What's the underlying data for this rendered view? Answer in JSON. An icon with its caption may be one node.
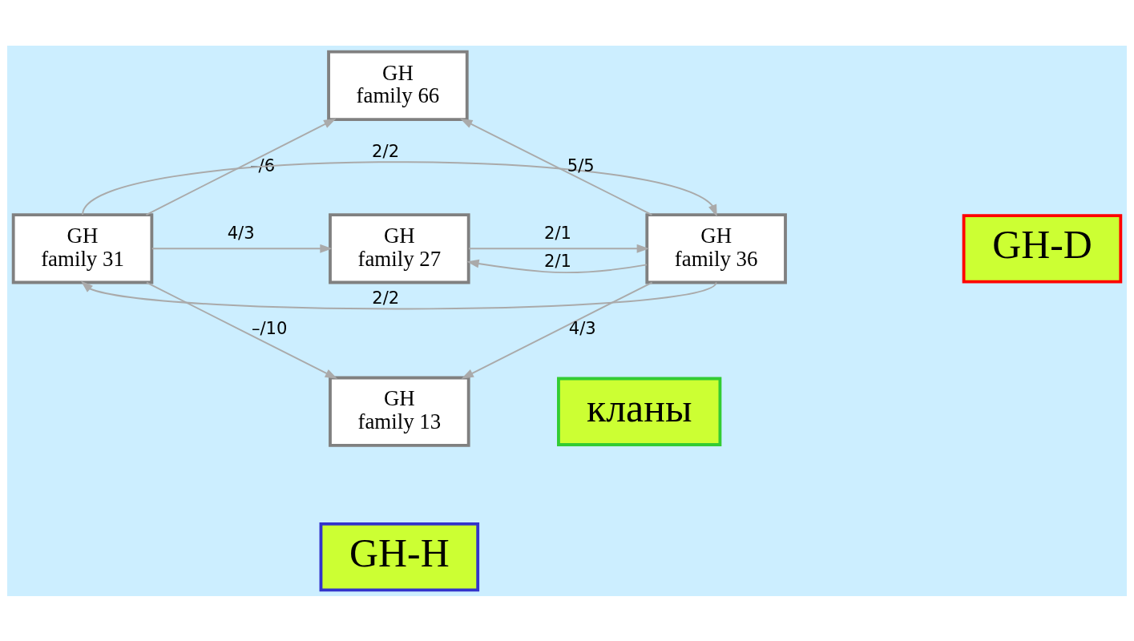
{
  "diagram": {
    "nodes": [
      {
        "text": [
          "GH",
          "family 66"
        ]
      },
      {
        "text": [
          "GH",
          "family 31"
        ]
      },
      {
        "text": [
          "GH",
          "family 27"
        ]
      },
      {
        "text": [
          "GH",
          "family 36"
        ]
      },
      {
        "text": [
          "GH",
          "family 13"
        ]
      },
      {
        "text": [
          "GH-D"
        ]
      },
      {
        "text": [
          "GH-H"
        ]
      },
      {
        "text": [
          "кланы"
        ]
      }
    ],
    "edges": [
      {
        "from": 1,
        "to": 0,
        "arrow": "to",
        "label": "–/6"
      },
      {
        "from": 3,
        "to": 0,
        "arrow": "to",
        "label": "5/5"
      },
      {
        "from": 1,
        "to": 3,
        "arrow": "to",
        "label": "2/2"
      },
      {
        "from": 1,
        "to": 2,
        "arrow": "to",
        "label": "4/3"
      },
      {
        "from": 2,
        "to": 3,
        "arrow": "to",
        "label": "2/1"
      },
      {
        "from": 3,
        "to": 2,
        "arrow": "to",
        "label": "2/1"
      },
      {
        "from": 3,
        "to": 1,
        "arrow": "to",
        "label": "2/2"
      },
      {
        "from": 1,
        "to": 4,
        "arrow": "to",
        "label": "–/10"
      },
      {
        "from": 3,
        "to": 4,
        "arrow": "to",
        "label": "4/3"
      }
    ]
  }
}
